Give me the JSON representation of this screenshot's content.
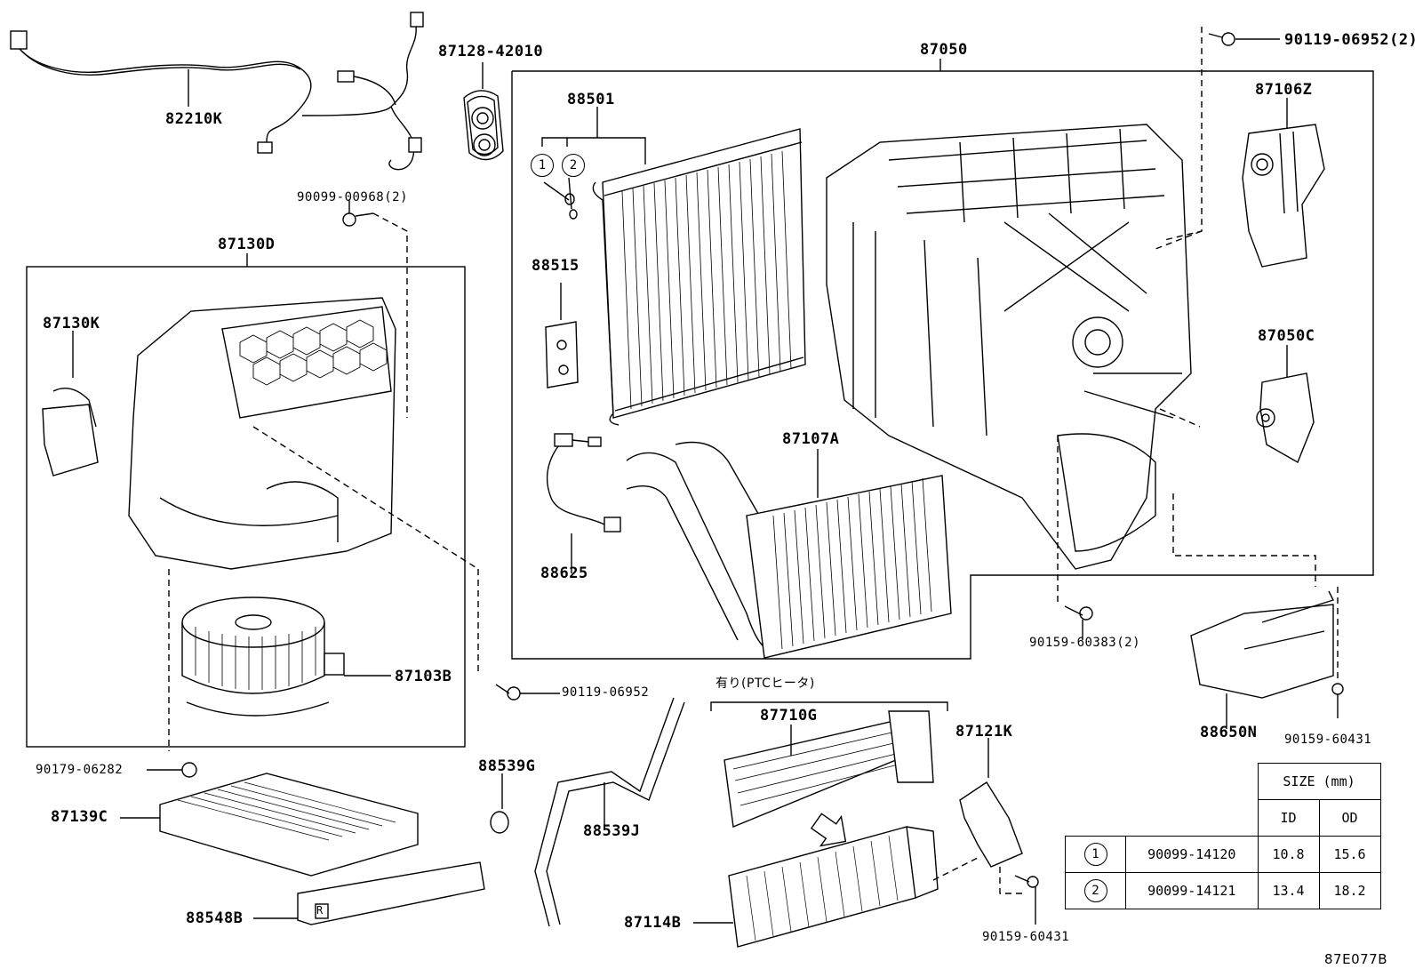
{
  "parts": {
    "p82210K": "82210K",
    "p87128_42010": "87128-42010",
    "p87050": "87050",
    "p90119_06952_2": "90119-06952(2)",
    "p90099_00968_2": "90099-00968(2)",
    "p88501": "88501",
    "p87106Z": "87106Z",
    "p87130D": "87130D",
    "p87130K": "87130K",
    "p88515": "88515",
    "p87050C": "87050C",
    "p87107A": "87107A",
    "p88625": "88625",
    "p90159_60383_2": "90159-60383(2)",
    "p87103B": "87103B",
    "p90119_06952": "90119-06952",
    "p87710G": "87710G",
    "p87121K": "87121K",
    "p88650N": "88650N",
    "p90159_60431_a": "90159-60431",
    "p90179_06282": "90179-06282",
    "p88539G": "88539G",
    "p87139C": "87139C",
    "p88539J": "88539J",
    "p88548B": "88548B",
    "p87114B": "87114B",
    "p90159_60431_b": "90159-60431"
  },
  "callouts": {
    "c1": "1",
    "c2": "2",
    "ptc_note": "有り(PTCヒータ)",
    "filter_mark": "R"
  },
  "size_table": {
    "title": "SIZE (mm)",
    "col_id": "ID",
    "col_od": "OD",
    "rows": [
      {
        "mark": "1",
        "part": "90099-14120",
        "id": "10.8",
        "od": "15.6"
      },
      {
        "mark": "2",
        "part": "90099-14121",
        "id": "13.4",
        "od": "18.2"
      }
    ]
  },
  "figure_code": "87E077B"
}
